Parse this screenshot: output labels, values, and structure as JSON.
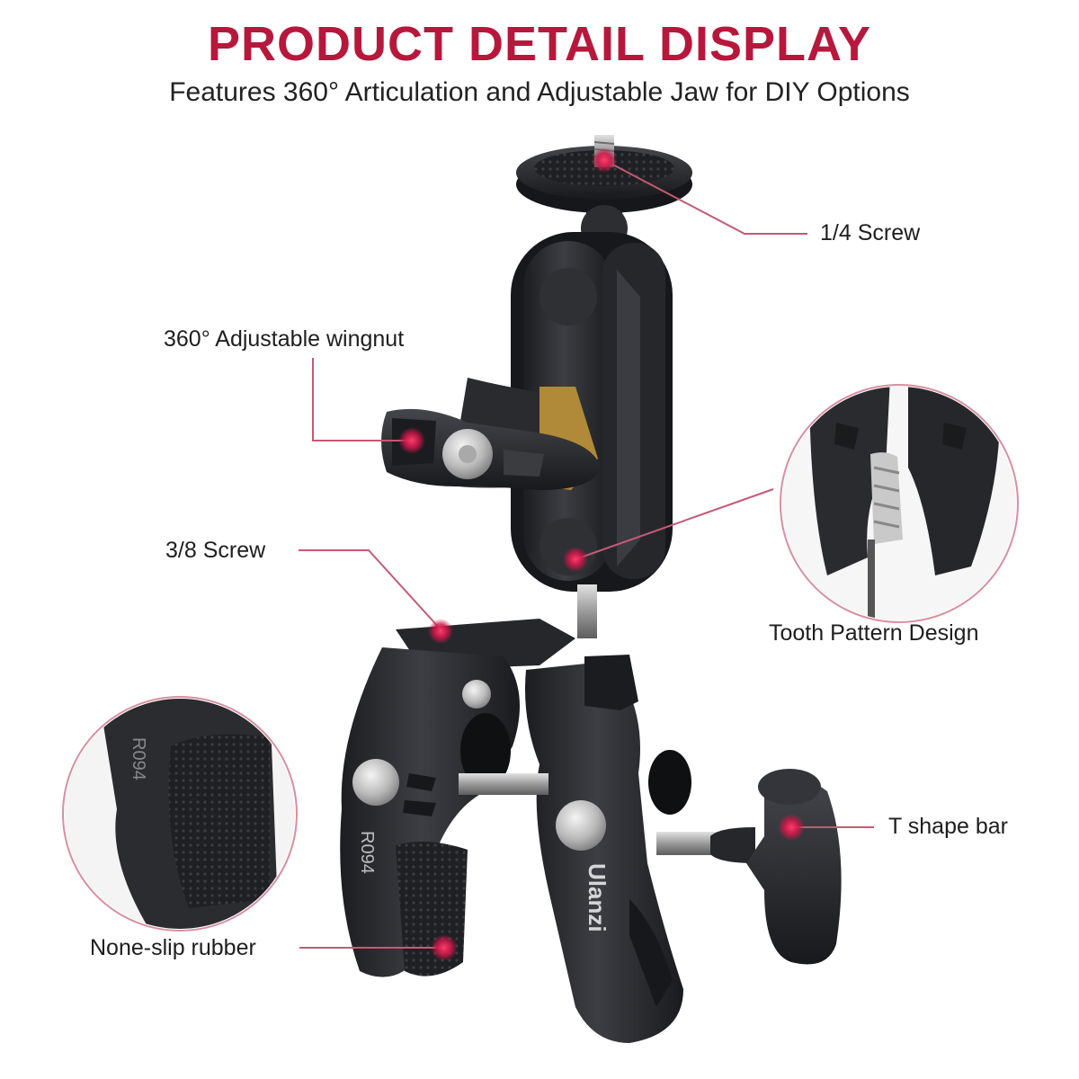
{
  "header": {
    "title": "PRODUCT DETAIL DISPLAY",
    "subtitle": "Features 360° Articulation and Adjustable Jaw for DIY Options"
  },
  "callouts": {
    "quarter_screw": "1/4 Screw",
    "wingnut": "360° Adjustable wingnut",
    "three_eighths_screw": "3/8 Screw",
    "tooth_pattern": "Tooth Pattern Design",
    "t_bar": "T shape bar",
    "rubber": "None-slip rubber"
  },
  "product_markings": {
    "brand": "Ulanzi",
    "model": "R094",
    "model_mirrored": "R094"
  },
  "colors": {
    "accent": "#c8163f",
    "title": "#b8173c",
    "metal_dark": "#2a2b2e"
  }
}
